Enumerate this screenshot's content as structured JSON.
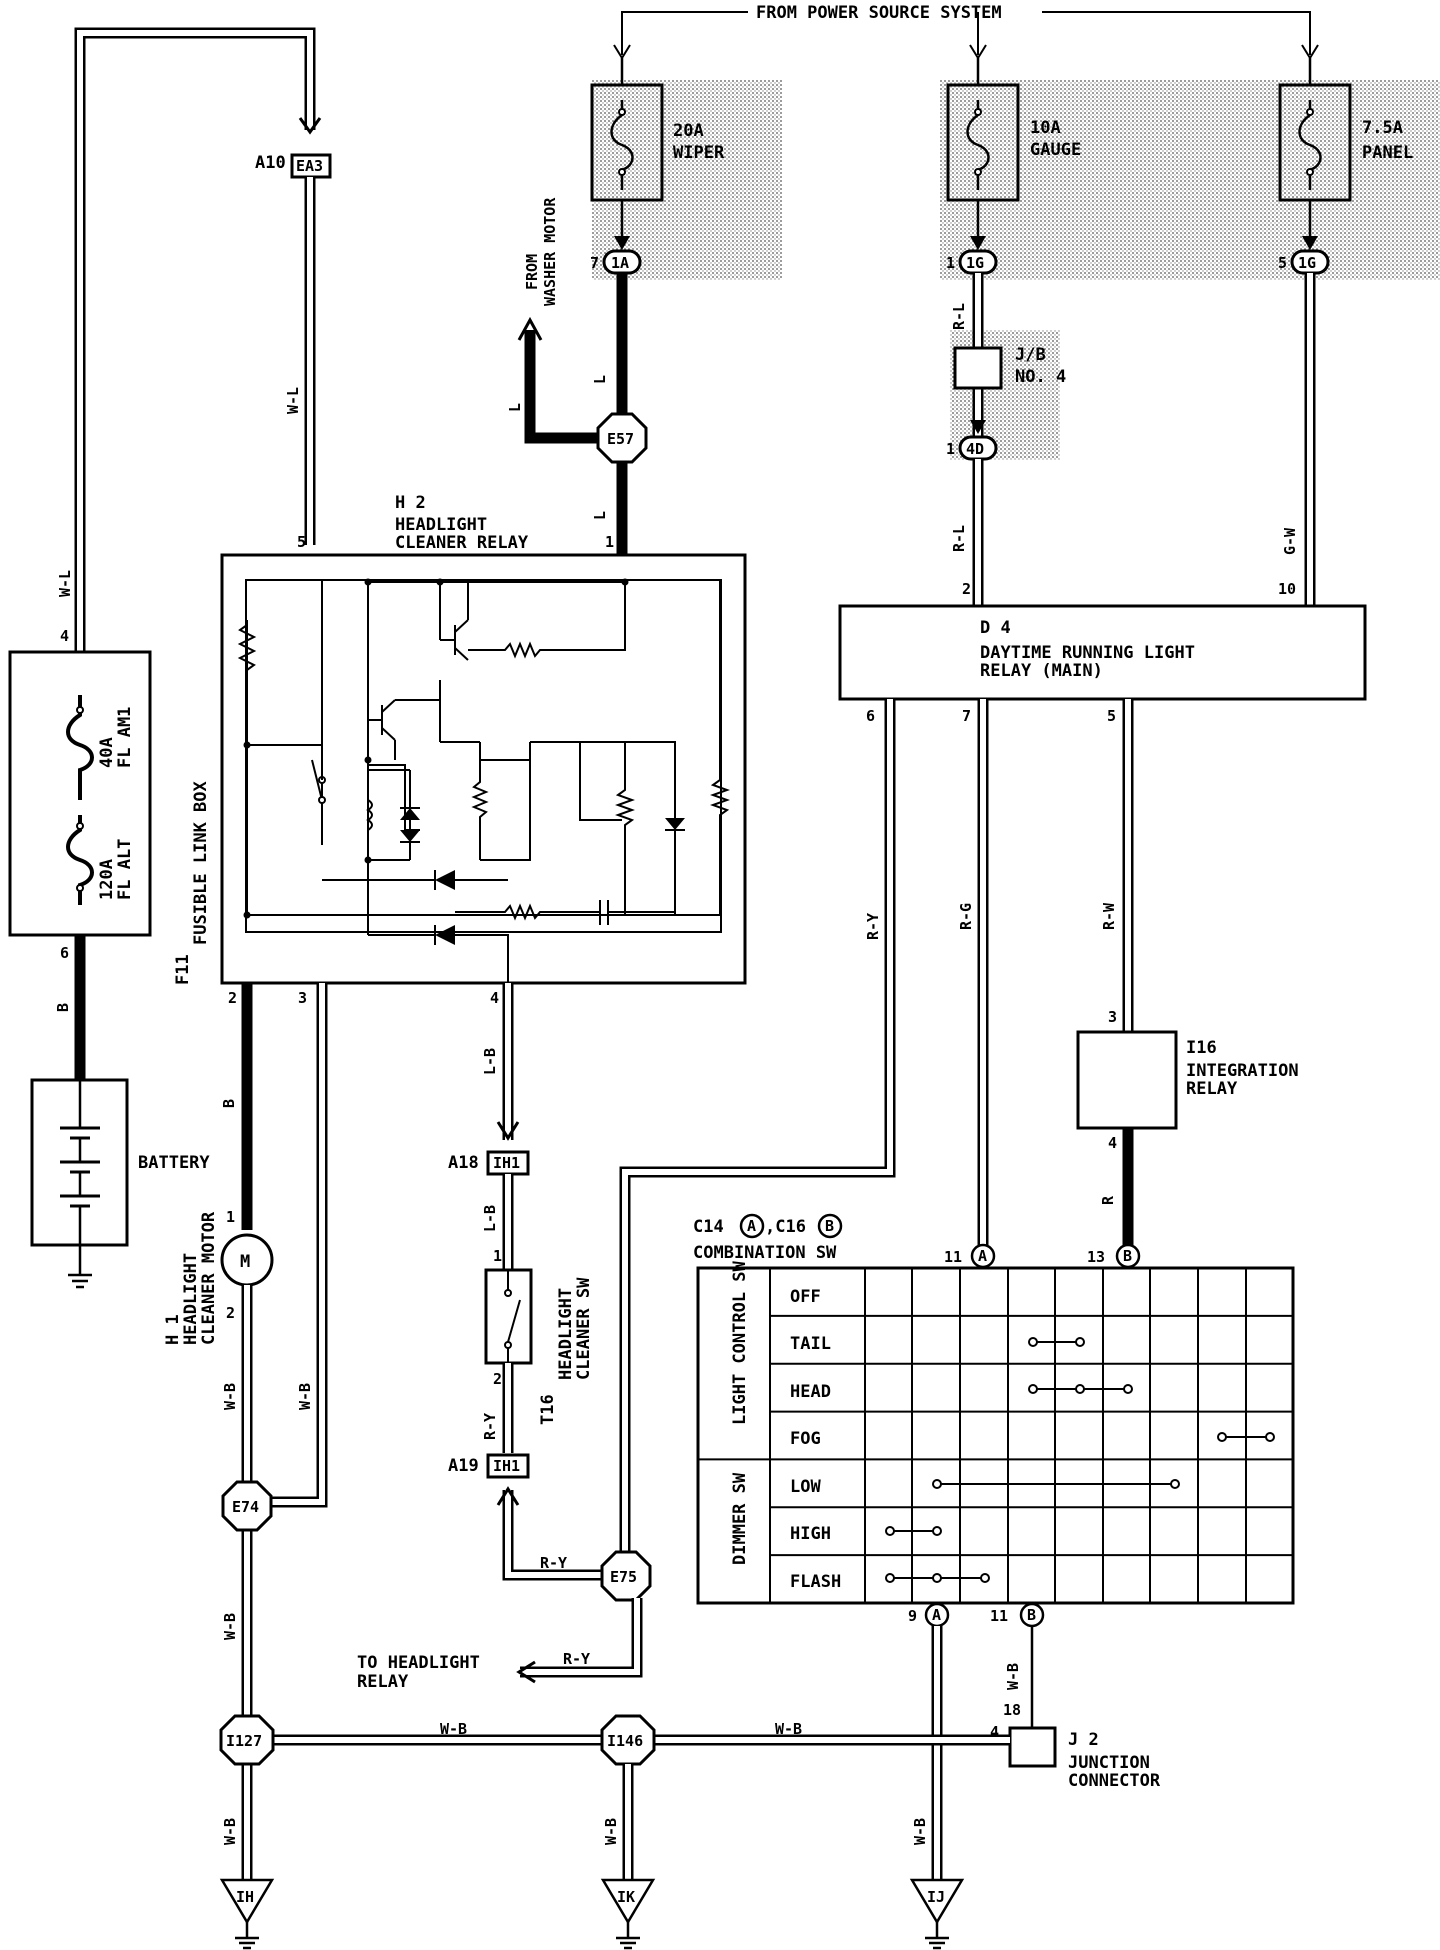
{
  "title": "FROM POWER SOURCE SYSTEM",
  "fuses": [
    {
      "amp": "20A",
      "name": "WIPER"
    },
    {
      "amp": "10A",
      "name": "GAUGE"
    },
    {
      "amp": "7.5A",
      "name": "PANEL"
    }
  ],
  "connectors": {
    "wiper_pin": "7",
    "wiper": "1A",
    "gauge_pin": "1",
    "gauge": "1G",
    "panel_pin": "5",
    "panel": "1G",
    "jb4_pin": "1",
    "jb4": "4D",
    "a10": "A10",
    "ea3": "EA3",
    "e57": "E57",
    "e74": "E74",
    "e75": "E75",
    "a18": "A18",
    "ih1_top": "IH1",
    "a19": "A19",
    "ih1_bot": "IH1",
    "i127": "I127",
    "i146": "I146",
    "gnd_ih": "IH",
    "gnd_ik": "IK",
    "gnd_ij": "IJ",
    "c14a": "A",
    "c14b": "B",
    "c14pin11": "11",
    "c14pin13": "13",
    "c14pin9": "9",
    "c16pin11": "11"
  },
  "components": {
    "jb4_line1": "J/B",
    "jb4_line2": "NO. 4",
    "from_washer_1": "FROM",
    "from_washer_2": "WASHER MOTOR",
    "h2_id": "H 2",
    "h2_line1": "HEADLIGHT",
    "h2_line2": "CLEANER RELAY",
    "d4_id": "D 4",
    "d4_line1": "DAYTIME RUNNING LIGHT",
    "d4_line2": "RELAY (MAIN)",
    "f11_id": "F11",
    "f11_name": "FUSIBLE LINK BOX",
    "fl_am1_amp": "40A",
    "fl_am1": "FL AM1",
    "fl_alt_amp": "120A",
    "fl_alt": "FL ALT",
    "battery": "BATTERY",
    "h1_id": "H 1",
    "h1_line1": "HEADLIGHT",
    "h1_line2": "CLEANER MOTOR",
    "motor": "M",
    "t16_id": "T16",
    "t16_line1": "HEADLIGHT",
    "t16_line2": "CLEANER SW",
    "i16_id": "I16",
    "i16_line1": "INTEGRATION",
    "i16_line2": "RELAY",
    "c14_prefix": "C14",
    "c14_sep": ",C16",
    "c14_name": "COMBINATION SW",
    "j2_id": "J 2",
    "j2_line1": "JUNCTION",
    "j2_line2": "CONNECTOR",
    "to_headlight_1": "TO HEADLIGHT",
    "to_headlight_2": "RELAY"
  },
  "wires": {
    "w_l": "W-L",
    "l": "L",
    "r_l": "R-L",
    "g_w": "G-W",
    "b": "B",
    "l_b": "L-B",
    "r_y": "R-Y",
    "r_g": "R-G",
    "r_w": "R-W",
    "r": "R",
    "w_b": "W-B"
  },
  "pins": {
    "h2_5": "5",
    "h2_1": "1",
    "h2_2": "2",
    "h2_3": "3",
    "h2_4": "4",
    "f11_4": "4",
    "f11_6": "6",
    "d4_2": "2",
    "d4_10": "10",
    "d4_6": "6",
    "d4_7": "7",
    "d4_5": "5",
    "i16_3": "3",
    "i16_4": "4",
    "h1_1": "1",
    "h1_2": "2",
    "t16_1": "1",
    "t16_2": "2",
    "j2_18": "18",
    "j2_4": "4"
  },
  "switch_table": {
    "group1": "LIGHT CONTROL SW",
    "group2": "DIMMER SW",
    "rows": [
      "OFF",
      "TAIL",
      "HEAD",
      "FOG",
      "LOW",
      "HIGH",
      "FLASH"
    ]
  }
}
